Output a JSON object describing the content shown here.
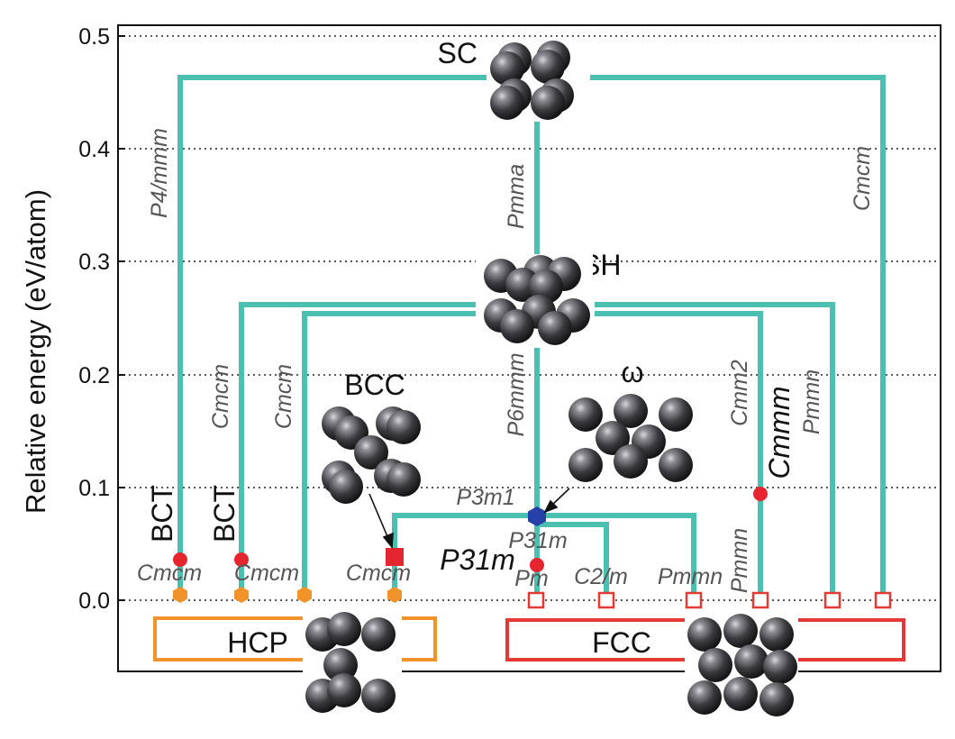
{
  "y_axis": {
    "label": "Relative energy (eV/atom)",
    "ticks": [
      "0.0",
      "0.1",
      "0.2",
      "0.3",
      "0.4",
      "0.5"
    ]
  },
  "phases": {
    "sc": "SC",
    "sh": "SH",
    "bcc": "BCC",
    "omega": "ω",
    "hcp": "HCP",
    "fcc": "FCC",
    "bct_1": "BCT",
    "bct_2": "BCT",
    "cmmm": "Cmmm",
    "p31m": "P31m"
  },
  "space_groups": {
    "p4mmm": "P4/mmm",
    "pmma": "Pmma",
    "cmcm_sc_fcc": "Cmcm",
    "cmcm_sh_1": "Cmcm",
    "cmcm_sh_2": "Cmcm",
    "p6mmm": "P6mmm",
    "cmm2": "Cmm2",
    "pmmn_sh": "Pmmn",
    "p3m1": "P3m1",
    "p31m_path": "P31m",
    "pm": "Pm",
    "c2m": "C2/m",
    "pmmn_low": "Pmmn",
    "pmmn_bottom": "Pmmn",
    "cmcm_bct1": "Cmcm",
    "cmcm_bct2": "Cmcm",
    "cmcm_bcc": "Cmcm"
  },
  "colors": {
    "path": "#4cc0b0",
    "hcp": "#f0932b",
    "fcc": "#e53935",
    "intermediate": "#e52530",
    "omega_marker": "#2541a8",
    "atom": "#3b3b3f"
  },
  "icons": [
    "atom-cluster-icon",
    "hexagon-marker-icon",
    "square-marker-icon",
    "circle-marker-icon"
  ]
}
